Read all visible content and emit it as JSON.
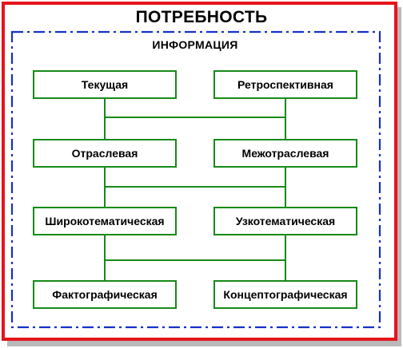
{
  "title": "ПОТРЕБНОСТЬ",
  "subtitle": "ИНФОРМАЦИЯ",
  "colors": {
    "outer_border": "#e5141b",
    "inner_border": "#1530c8",
    "box_border": "#178a17",
    "connector": "#178a17",
    "shadow": "#b9b9b9"
  },
  "pairs": [
    {
      "left": "Текущая",
      "right": "Ретроспективная"
    },
    {
      "left": "Отраслевая",
      "right": "Межотраслевая"
    },
    {
      "left": "Широкотематическая",
      "right": "Узкотематическая"
    },
    {
      "left": "Фактографическая",
      "right": "Концептографическая"
    }
  ]
}
